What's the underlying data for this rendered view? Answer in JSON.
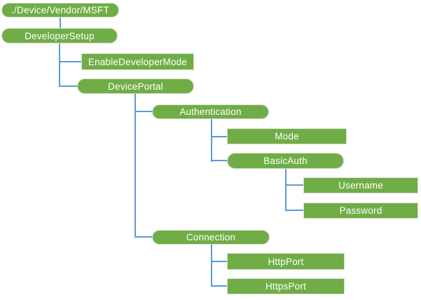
{
  "diagram": {
    "type": "tree",
    "description": "CSP configuration service provider node tree",
    "colors": {
      "node_fill": "#70AD47",
      "node_border": "#D9E0D0",
      "node_text": "#FFFFFF",
      "connector": "#5B9BD5",
      "background": "#FFFFFF"
    },
    "tree": {
      "label": "./Device/Vendor/MSFT",
      "shape": "pill",
      "children": [
        {
          "label": "DeveloperSetup",
          "shape": "pill",
          "children": [
            {
              "label": "EnableDeveloperMode",
              "shape": "rect",
              "children": []
            },
            {
              "label": "DevicePortal",
              "shape": "pill",
              "children": [
                {
                  "label": "Authentication",
                  "shape": "pill",
                  "children": [
                    {
                      "label": "Mode",
                      "shape": "rect",
                      "children": []
                    },
                    {
                      "label": "BasicAuth",
                      "shape": "pill",
                      "children": [
                        {
                          "label": "Username",
                          "shape": "rect",
                          "children": []
                        },
                        {
                          "label": "Password",
                          "shape": "rect",
                          "children": []
                        }
                      ]
                    }
                  ]
                },
                {
                  "label": "Connection",
                  "shape": "pill",
                  "children": [
                    {
                      "label": "HttpPort",
                      "shape": "rect",
                      "children": []
                    },
                    {
                      "label": "HttpsPort",
                      "shape": "rect",
                      "children": []
                    }
                  ]
                }
              ]
            }
          ]
        }
      ]
    }
  }
}
